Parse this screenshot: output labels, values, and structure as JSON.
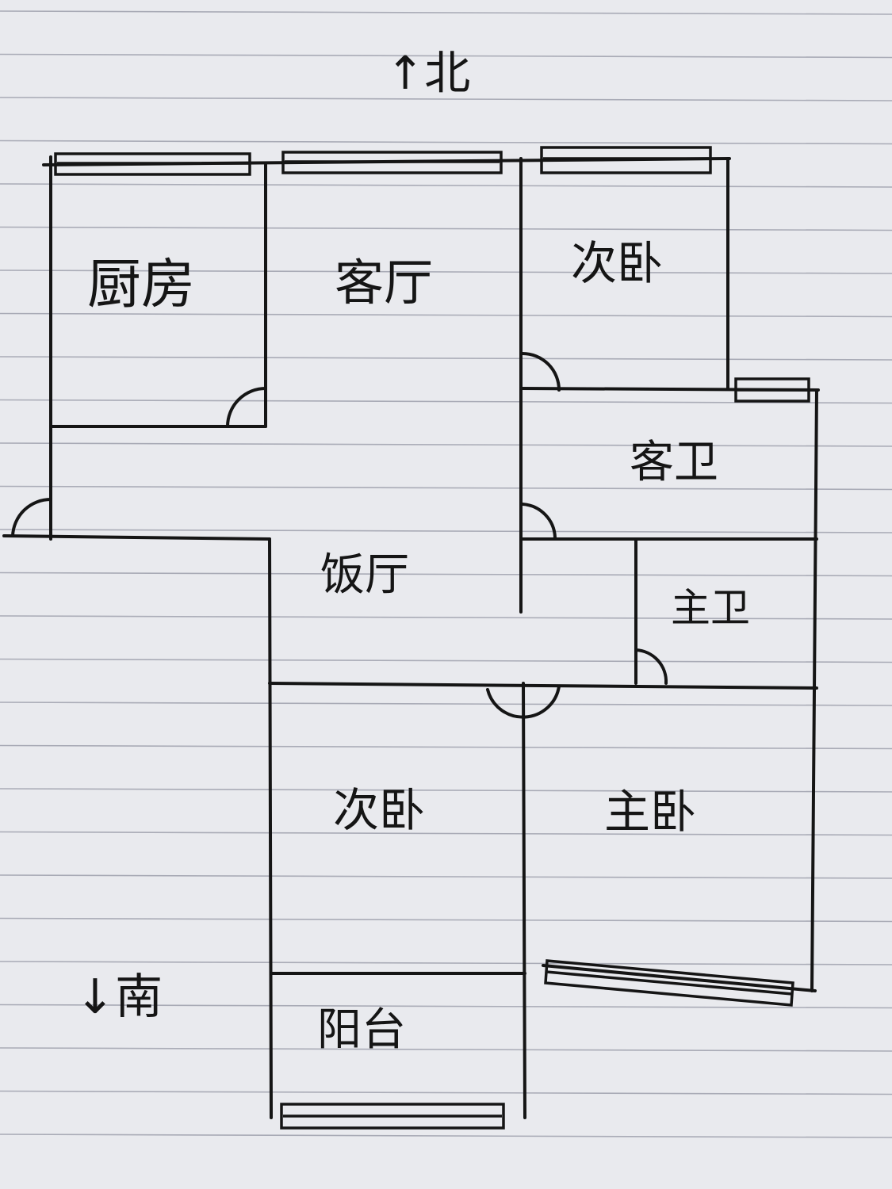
{
  "compass": {
    "north_label": "↑北",
    "south_label": "↓南"
  },
  "rooms": {
    "kitchen": "厨房",
    "living_room": "客厅",
    "second_bedroom_north": "次卧",
    "guest_bathroom": "客卫",
    "dining_room": "饭厅",
    "master_bathroom": "主卫",
    "second_bedroom_south": "次卧",
    "master_bedroom": "主卧",
    "balcony": "阳台"
  },
  "colors": {
    "paper": "#e9eaee",
    "ruled_line": "#a9abb6",
    "ink": "#151515"
  }
}
